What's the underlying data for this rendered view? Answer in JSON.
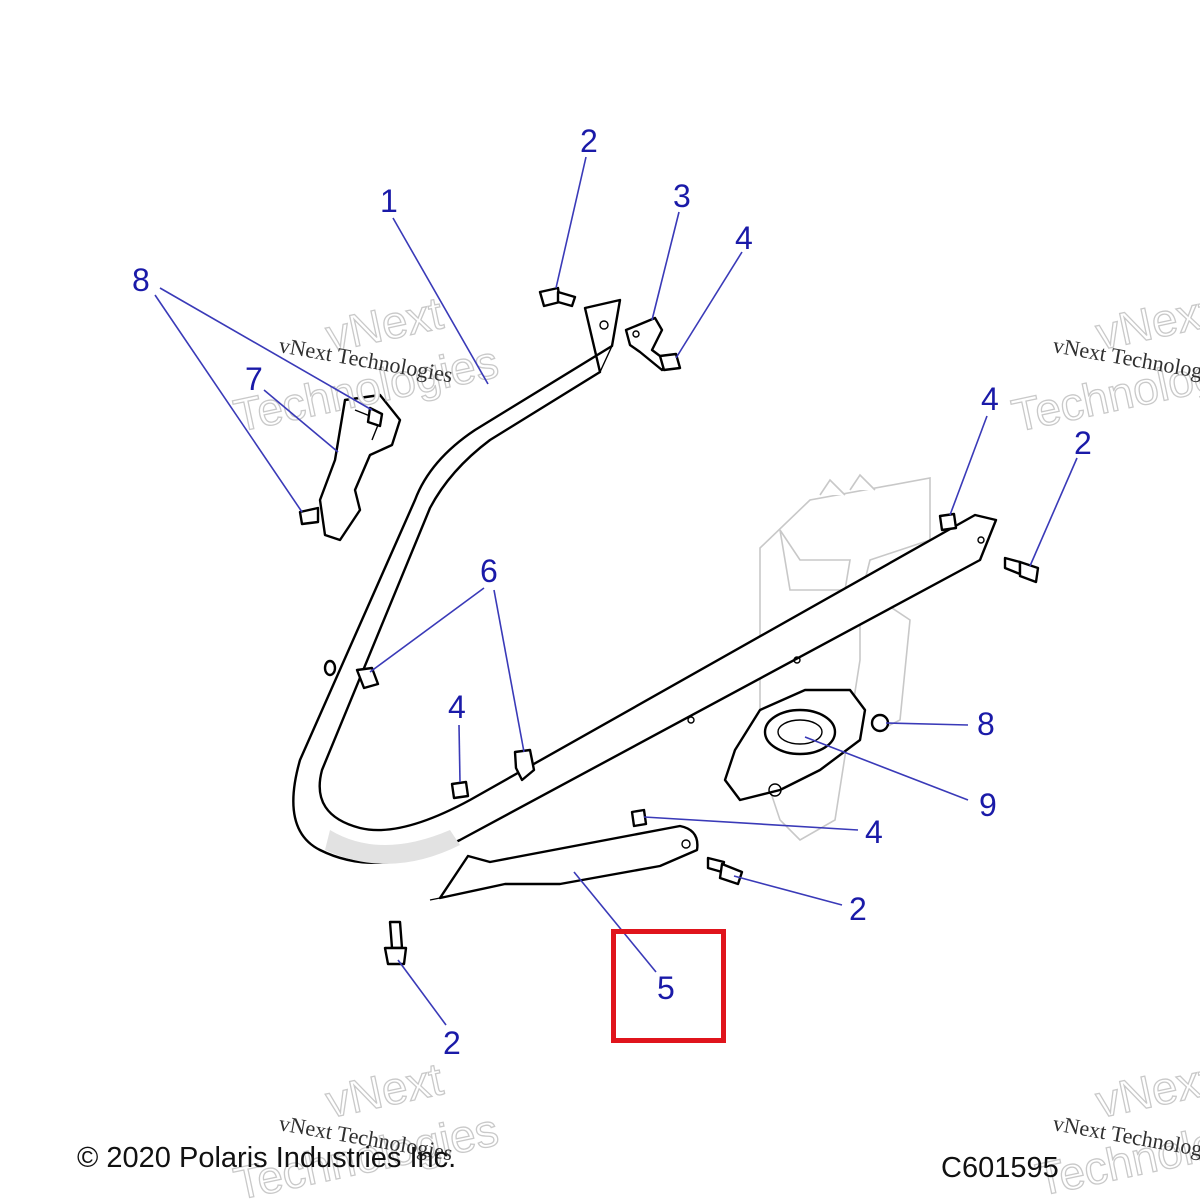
{
  "callouts": [
    {
      "id": "c1",
      "label": "1"
    },
    {
      "id": "c2a",
      "label": "2"
    },
    {
      "id": "c3",
      "label": "3"
    },
    {
      "id": "c4a",
      "label": "4"
    },
    {
      "id": "c8a",
      "label": "8"
    },
    {
      "id": "c7",
      "label": "7"
    },
    {
      "id": "c4b",
      "label": "4"
    },
    {
      "id": "c2b",
      "label": "2"
    },
    {
      "id": "c6",
      "label": "6"
    },
    {
      "id": "c4c",
      "label": "4"
    },
    {
      "id": "c8b",
      "label": "8"
    },
    {
      "id": "c9",
      "label": "9"
    },
    {
      "id": "c4d",
      "label": "4"
    },
    {
      "id": "c2c",
      "label": "2"
    },
    {
      "id": "c5",
      "label": "5"
    },
    {
      "id": "c2d",
      "label": "2"
    }
  ],
  "watermark": {
    "text": "vNext Technologies",
    "line1": "vNext",
    "line2": "Technologies"
  },
  "footer": {
    "copyright": "© 2020 Polaris Industries Inc.",
    "drawing_id": "C601595"
  },
  "highlight": {
    "color": "#e0141c",
    "target_callout": "5"
  },
  "colors": {
    "callout_text": "#1a1aa8",
    "leader_line": "#3a3ab8",
    "part_outline": "#000000"
  }
}
